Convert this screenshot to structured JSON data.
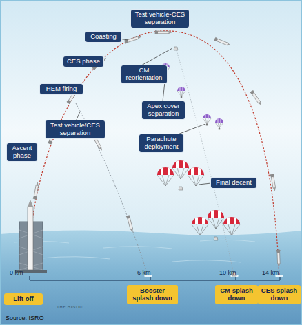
{
  "diagram": {
    "nodes": [
      {
        "text": [
          "Test vehicle-CES separation"
        ]
      },
      {
        "text": [
          "Coasting"
        ]
      },
      {
        "text": [
          "CES phase"
        ]
      },
      {
        "text": [
          "CM reorientation"
        ]
      },
      {
        "text": [
          "HEM firing"
        ]
      },
      {
        "text": [
          "Apex cover separation"
        ]
      },
      {
        "text": [
          "Test vehicle/CES separation"
        ]
      },
      {
        "text": [
          "Parachute deployment"
        ]
      },
      {
        "text": [
          "Ascent phase"
        ]
      },
      {
        "text": [
          "Final decent"
        ]
      },
      {
        "text": [
          "Lift off"
        ]
      },
      {
        "text": [
          "Booster splash down"
        ]
      },
      {
        "text": [
          "CM splash down"
        ]
      },
      {
        "text": [
          "CES splash down"
        ]
      }
    ],
    "labels": [
      "0 km",
      "6 km",
      "10 km",
      "14 km",
      "THE HINDU",
      "Source: ISRO"
    ]
  }
}
